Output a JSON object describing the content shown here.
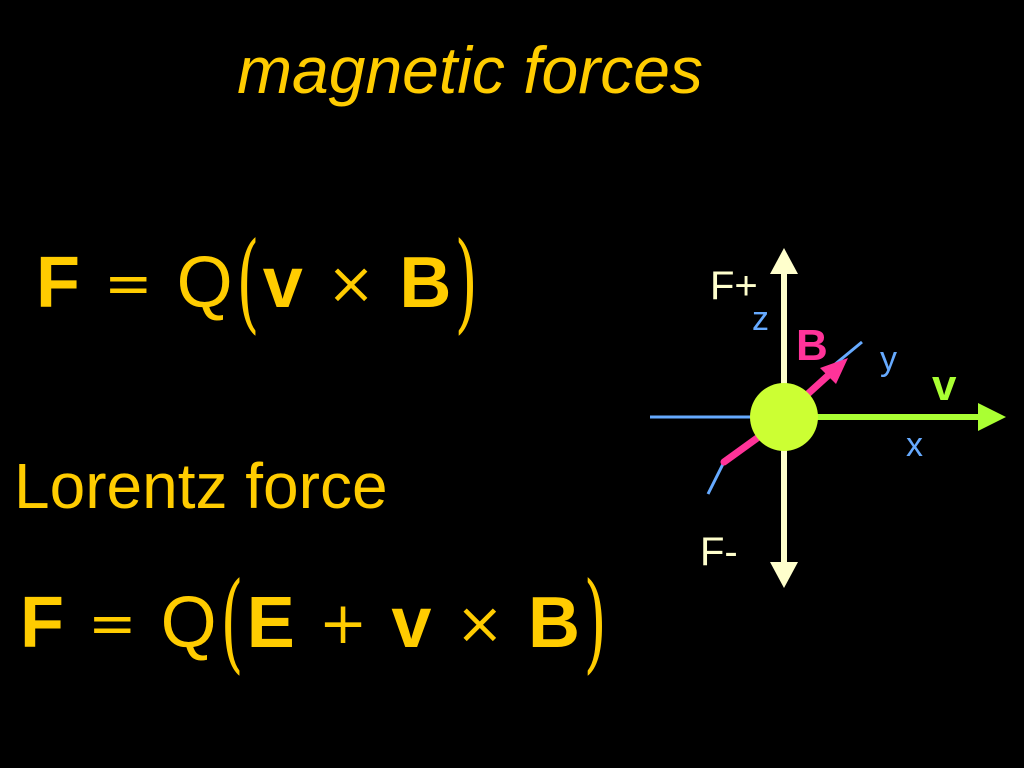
{
  "slide": {
    "title": "magnetic forces",
    "equation1": {
      "force": "F",
      "equals": "=",
      "charge": "Q",
      "open_paren": "(",
      "velocity": "v",
      "cross": "×",
      "field": "B",
      "close_paren": ")"
    },
    "section_label": "Lorentz force",
    "equation2": {
      "force": "F",
      "equals": "=",
      "charge": "Q",
      "open_paren": "(",
      "electric": "E",
      "plus": "+",
      "velocity": "v",
      "cross": "×",
      "field": "B",
      "close_paren": ")"
    }
  },
  "diagram": {
    "labels": {
      "f_plus": "F+",
      "f_minus": "F-",
      "z_axis": "z",
      "b_field": "B",
      "y_axis": "y",
      "velocity": "v",
      "x_axis": "x"
    },
    "colors": {
      "background": "#000000",
      "text_yellow": "#ffcc00",
      "force_axis": "#ffffcc",
      "coordinate_axis": "#66aaff",
      "b_field": "#ff3399",
      "velocity": "#aaff33",
      "charge": "#ccff33"
    }
  }
}
